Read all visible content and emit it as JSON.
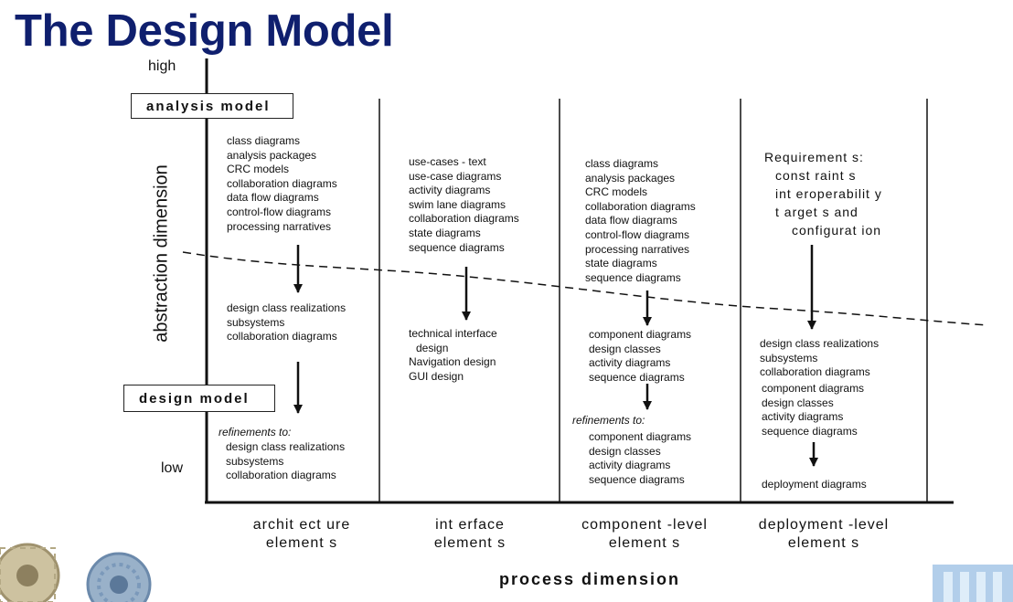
{
  "title": "The Design Model",
  "axis": {
    "high": "high",
    "low": "low",
    "vertical_label": "abstraction dimension",
    "horizontal_label": "process dimension"
  },
  "boxes": {
    "analysis_model": "analysis model",
    "design_model": "design model"
  },
  "columns": [
    {
      "label_line1": "archit ect ure",
      "label_line2": "element s"
    },
    {
      "label_line1": "int erface",
      "label_line2": "element s"
    },
    {
      "label_line1": "component -level",
      "label_line2": "element s"
    },
    {
      "label_line1": "deployment -level",
      "label_line2": "element s"
    }
  ],
  "architecture": {
    "analysis": [
      "class diagrams",
      "analysis packages",
      "CRC models",
      "collaboration diagrams",
      "data flow diagrams",
      "control-flow diagrams",
      "processing narratives"
    ],
    "design": [
      "design class realizations",
      "subsystems",
      "collaboration diagrams"
    ],
    "refinements_label": "refinements to:",
    "refinements": [
      "design class realizations",
      "subsystems",
      "collaboration diagrams"
    ]
  },
  "interface": {
    "analysis": [
      "use-cases - text",
      "use-case diagrams",
      "activity diagrams",
      "swim lane diagrams",
      "collaboration diagrams",
      "state diagrams",
      "sequence diagrams"
    ],
    "design": [
      "technical interface",
      "design",
      "Navigation design",
      "GUI design"
    ]
  },
  "component": {
    "analysis": [
      "class diagrams",
      "analysis packages",
      "CRC models",
      "collaboration diagrams",
      "data flow diagrams",
      "control-flow diagrams",
      "processing narratives",
      "state diagrams",
      "sequence diagrams"
    ],
    "design": [
      "component diagrams",
      "design classes",
      "activity diagrams",
      "sequence diagrams"
    ],
    "refinements_label": "refinements to:",
    "refinements": [
      "component diagrams",
      "design classes",
      "activity diagrams",
      "sequence diagrams"
    ]
  },
  "deployment": {
    "requirements": [
      "Requirement s:",
      "const raint s",
      "int eroperabilit y",
      "t arget s and",
      "configurat ion"
    ],
    "design": [
      "design class realizations",
      "subsystems",
      "collaboration diagrams"
    ],
    "design2": [
      "component diagrams",
      "design classes",
      "activity diagrams",
      "sequence diagrams"
    ],
    "final": [
      "deployment diagrams"
    ]
  },
  "colors": {
    "title": "#0f1f6e",
    "lines": "#111111"
  }
}
